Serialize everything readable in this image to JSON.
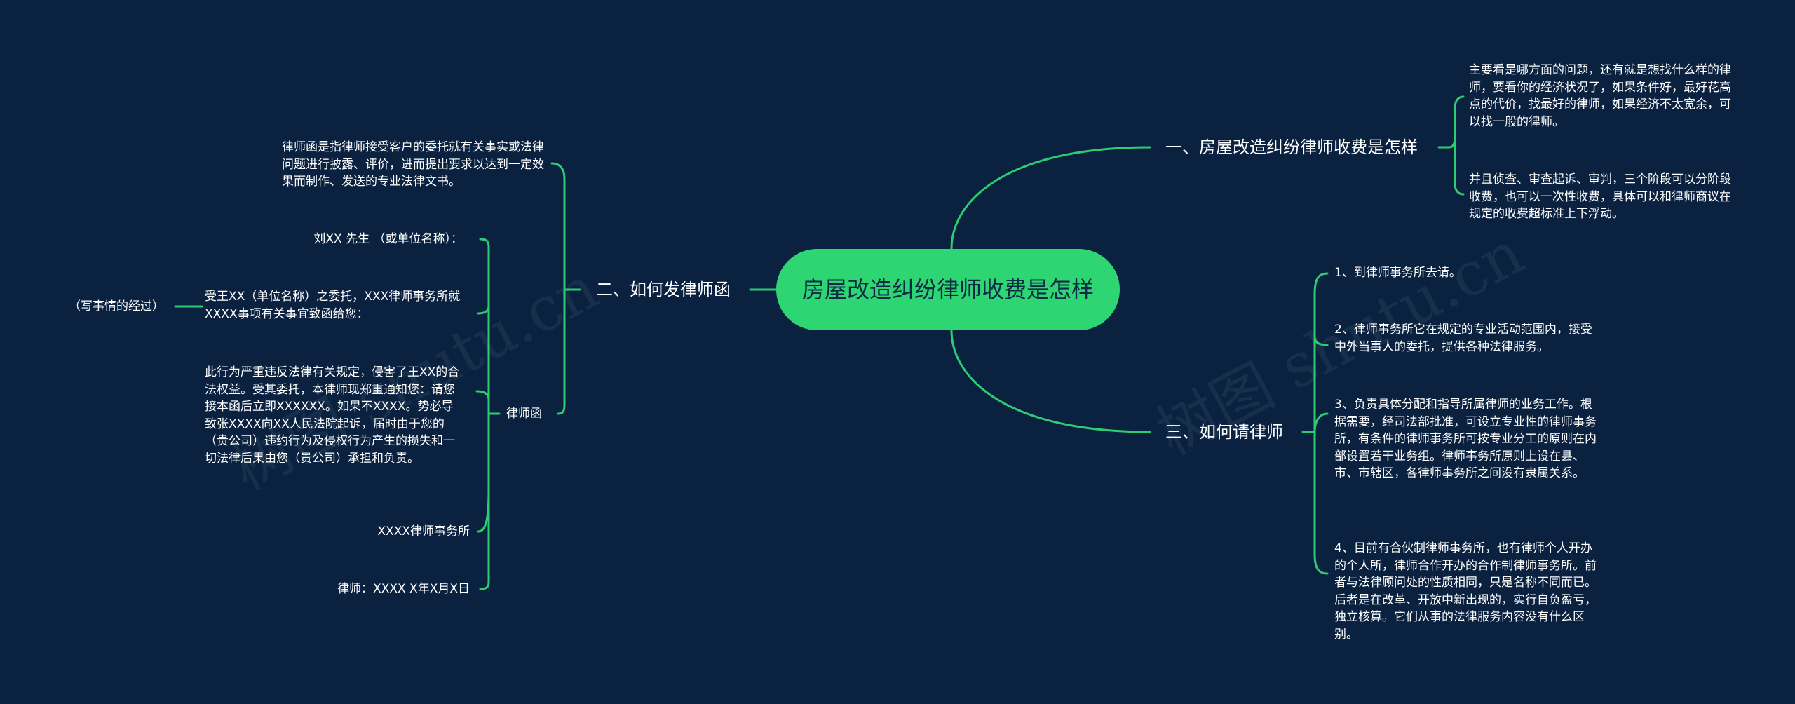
{
  "root": {
    "label": "房屋改造纠纷律师收费是怎样"
  },
  "branches": {
    "fees": {
      "label": "一、房屋改造纠纷律师收费是怎样",
      "items": [
        "主要看是哪方面的问题，还有就是想找什么样的律师，要看你的经济状况了，如果条件好，最好花高点的代价，找最好的律师，如果经济不太宽余，可以找一般的律师。",
        "并且侦查、审查起诉、审判，三个阶段可以分阶段收费，也可以一次性收费，具体可以和律师商议在规定的收费超标准上下浮动。"
      ]
    },
    "letter": {
      "label": "二、如何发律师函",
      "intro": "律师函是指律师接受客户的委托就有关事实或法律问题进行披露、评价，进而提出要求以达到一定效果而制作、发送的专业法律文书。",
      "sub_label": "律师函",
      "items": [
        "刘XX 先生 （或单位名称）：",
        "受王XX（单位名称）之委托，XXX律师事务所就XXXX事项有关事宜致函给您：",
        "此行为严重违反法律有关规定，侵害了王XX的合法权益。受其委托，本律师现郑重通知您：请您接本函后立即XXXXXX。如果不XXXX。势必导致张XXXX向XX人民法院起诉，届时由于您的（贵公司）违约行为及侵权行为产生的损失和一切法律后果由您（贵公司）承担和负责。",
        "XXXX律师事务所",
        "律师：XXXX X年X月X日"
      ],
      "detail": "（写事情的经过）"
    },
    "hire": {
      "label": "三、如何请律师",
      "items": [
        "1、到律师事务所去请。",
        "2、律师事务所它在规定的专业活动范围内，接受中外当事人的委托，提供各种法律服务。",
        "3、负责具体分配和指导所属律师的业务工作。根据需要，经司法部批准，可设立专业性的律师事务所，有条件的律师事务所可按专业分工的原则在内部设置若干业务组。律师事务所原则上设在县、市、市辖区，各律师事务所之间没有隶属关系。",
        "4、目前有合伙制律师事务所，也有律师个人开办的个人所，律师合作开办的合作制律师事务所。前者与法律顾问处的性质相同，只是名称不同而已。后者是在改革、开放中新出现的，实行自负盈亏，独立核算。它们从事的法律服务内容没有什么区别。"
      ]
    }
  },
  "colors": {
    "background": "#0a2240",
    "accent": "#2ed573",
    "connector": "#2ecc71",
    "root_text": "#0d2b45",
    "text": "#ffffff"
  }
}
